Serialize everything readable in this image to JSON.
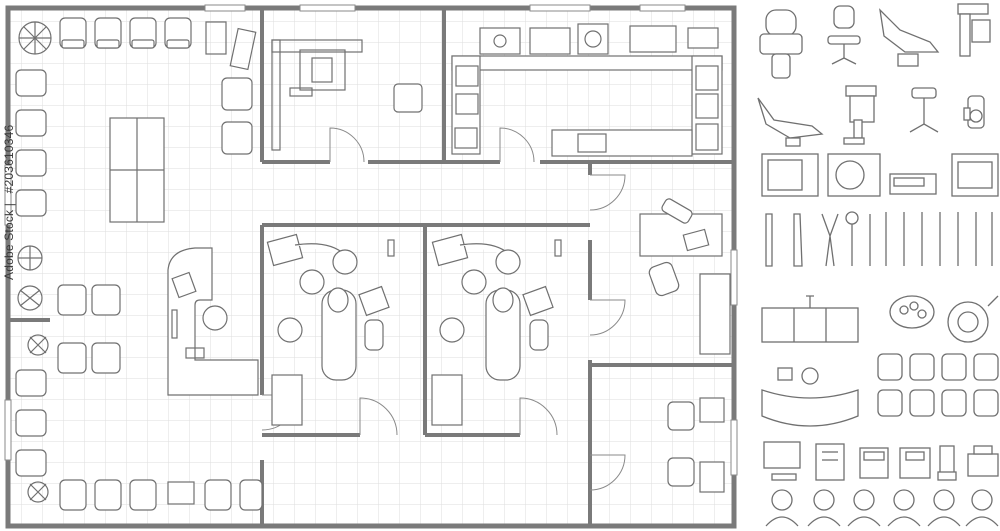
{
  "watermark": {
    "brand": "Adobe Stock",
    "separator": "|",
    "number": "#203610346"
  },
  "colors": {
    "line": "#6f6f6f",
    "wall": "#777777",
    "grid": "#dcdcdc",
    "background": "#ffffff"
  },
  "rooms": [
    {
      "id": "waiting-area"
    },
    {
      "id": "xray-room"
    },
    {
      "id": "sterilization-room"
    },
    {
      "id": "hallway"
    },
    {
      "id": "treatment-room-1"
    },
    {
      "id": "treatment-room-2"
    },
    {
      "id": "office"
    },
    {
      "id": "restroom"
    }
  ],
  "icon_library": {
    "row1": [
      "dental-chair-icon",
      "stool-icon",
      "reclined-chair-icon",
      "panoramic-xray-icon"
    ],
    "row2": [
      "side-dental-chair-icon",
      "xray-unit-icon",
      "stool-2-icon",
      "xray-sensor-icon"
    ],
    "row3": [
      "microwave-icon",
      "autoclave-icon",
      "sterilizer-icon",
      "oven-icon"
    ],
    "row4": [
      "handpiece-icon",
      "forceps-icon",
      "mirror-icon",
      "probe-icon",
      "scaler-icon",
      "explorer-icon"
    ],
    "row5": [
      "cabinet-icon",
      "dental-lamp-icon",
      "led-lamp-icon"
    ],
    "row6": [
      "reception-desk-icon",
      "waiting-chairs-icon"
    ],
    "row7": [
      "computer-icon",
      "document-icon",
      "phone-icon",
      "fax-icon",
      "cordless-phone-icon",
      "printer-icon"
    ],
    "row8": [
      "doctor-icon",
      "nurse-icon",
      "assistant-icon",
      "patient-icon",
      "staff-icon",
      "receptionist-icon"
    ]
  }
}
